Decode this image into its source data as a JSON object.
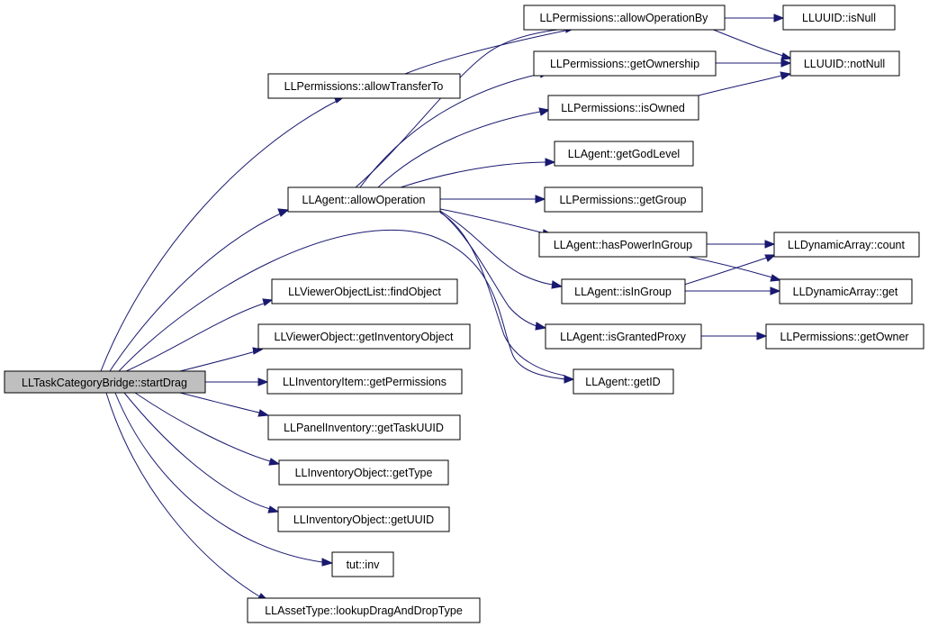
{
  "graph": {
    "edge_color": "#191970",
    "root_fill": "#bfbfbf",
    "nodes": {
      "root": "LLTaskCategoryBridge::startDrag",
      "allowTransferTo": "LLPermissions::allowTransferTo",
      "allowOperation": "LLAgent::allowOperation",
      "findObject": "LLViewerObjectList::findObject",
      "getInventoryObject": "LLViewerObject::getInventoryObject",
      "getPermissions": "LLInventoryItem::getPermissions",
      "getTaskUUID": "LLPanelInventory::getTaskUUID",
      "getType": "LLInventoryObject::getType",
      "getUUID": "LLInventoryObject::getUUID",
      "inv": "tut::inv",
      "lookupDragAndDropType": "LLAssetType::lookupDragAndDropType",
      "allowOperationBy": "LLPermissions::allowOperationBy",
      "getOwnership": "LLPermissions::getOwnership",
      "isOwned": "LLPermissions::isOwned",
      "getGodLevel": "LLAgent::getGodLevel",
      "getGroup": "LLPermissions::getGroup",
      "hasPowerInGroup": "LLAgent::hasPowerInGroup",
      "isInGroup": "LLAgent::isInGroup",
      "isGrantedProxy": "LLAgent::isGrantedProxy",
      "getID": "LLAgent::getID",
      "isNull": "LLUUID::isNull",
      "notNull": "LLUUID::notNull",
      "count": "LLDynamicArray::count",
      "get": "LLDynamicArray::get",
      "getOwner": "LLPermissions::getOwner"
    }
  }
}
